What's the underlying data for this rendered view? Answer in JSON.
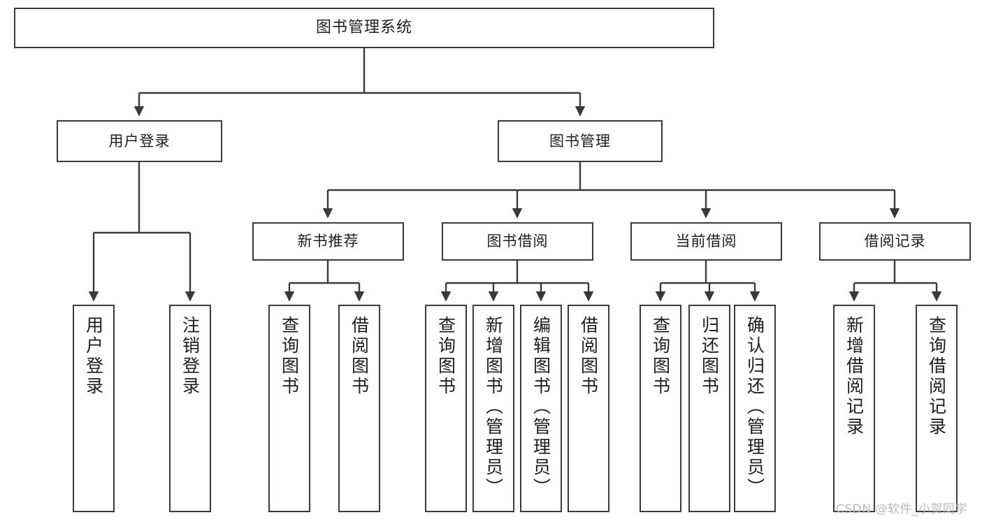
{
  "diagram": {
    "type": "tree-hierarchy",
    "title": "图书管理系统",
    "watermark": "CSDN @软件_小贺同学",
    "colors": {
      "background": "#ffffff",
      "stroke": "#3a3a3a",
      "text": "#1d1d1d",
      "watermark": "#b9b9b9"
    },
    "nodes": {
      "root": {
        "label": "图书管理系统"
      },
      "level2": [
        {
          "id": "user-login",
          "label": "用户登录"
        },
        {
          "id": "book-manage",
          "label": "图书管理"
        }
      ],
      "level3": [
        {
          "id": "new-book-rec",
          "label": "新书推荐"
        },
        {
          "id": "book-borrow",
          "label": "图书借阅"
        },
        {
          "id": "current-borrow",
          "label": "当前借阅"
        },
        {
          "id": "borrow-record",
          "label": "借阅记录"
        }
      ],
      "leaves": {
        "user-login": [
          {
            "id": "leaf-user-login",
            "label": "用户登录"
          },
          {
            "id": "leaf-user-logout",
            "label": "注销登录"
          }
        ],
        "new-book-rec": [
          {
            "id": "leaf-query-book-1",
            "label": "查询图书"
          },
          {
            "id": "leaf-borrow-book-1",
            "label": "借阅图书"
          }
        ],
        "book-borrow": [
          {
            "id": "leaf-query-book-2",
            "label": "查询图书"
          },
          {
            "id": "leaf-add-book",
            "label": "新增图书（管理员）"
          },
          {
            "id": "leaf-edit-book",
            "label": "编辑图书（管理员）"
          },
          {
            "id": "leaf-borrow-book-2",
            "label": "借阅图书"
          }
        ],
        "current-borrow": [
          {
            "id": "leaf-query-book-3",
            "label": "查询图书"
          },
          {
            "id": "leaf-return-book",
            "label": "归还图书"
          },
          {
            "id": "leaf-confirm-return",
            "label": "确认归还（管理员）"
          }
        ],
        "borrow-record": [
          {
            "id": "leaf-add-record",
            "label": "新增借阅记录"
          },
          {
            "id": "leaf-query-record",
            "label": "查询借阅记录"
          }
        ]
      }
    }
  }
}
